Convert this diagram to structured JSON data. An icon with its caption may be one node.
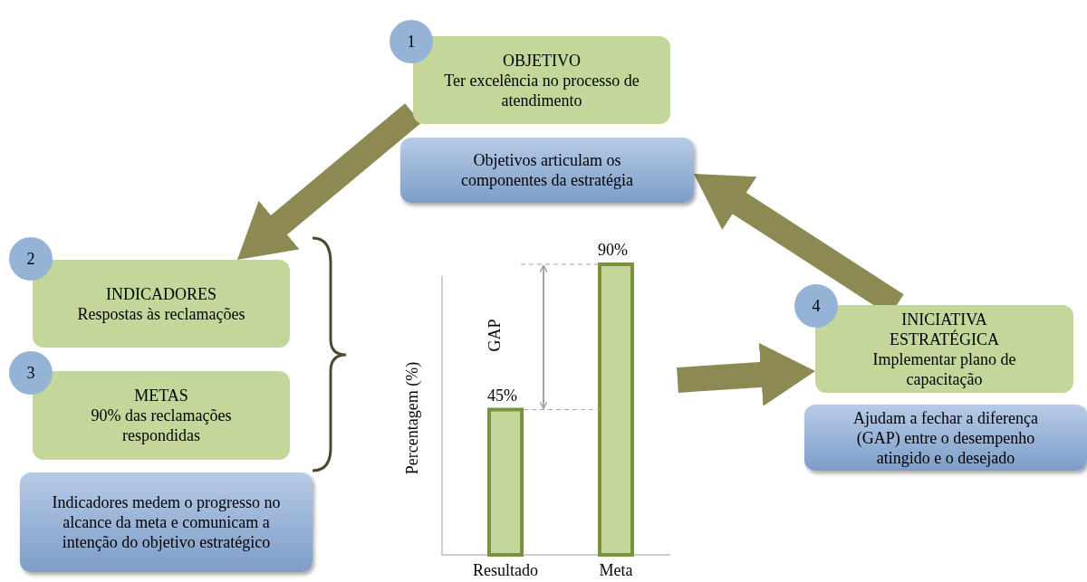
{
  "diagram": {
    "nodes": [
      {
        "text": [
          "1"
        ]
      },
      {
        "text": [
          "OBJETIVO",
          "Ter excelência no processo de atendimento"
        ]
      },
      {
        "text": [
          "Objetivos articulam os componentes da estratégia"
        ]
      },
      {
        "text": [
          "2"
        ]
      },
      {
        "text": [
          "INDICADORES",
          "Respostas às reclamações"
        ]
      },
      {
        "text": [
          "3"
        ]
      },
      {
        "text": [
          "METAS",
          "90% das reclamações respondidas"
        ]
      },
      {
        "text": [
          "Indicadores medem o progresso no alcance da meta e comunicam a intenção do objetivo estratégico"
        ]
      },
      {
        "text": [
          "4"
        ]
      },
      {
        "text": [
          "INICIATIVA ESTRATÉGICA",
          "Implementar plano de capacitação"
        ]
      },
      {
        "text": [
          "Ajudam a fechar a diferença (GAP) entre o desempenho atingido e o desejado"
        ]
      },
      {
        "text": [],
        "shape": "picture"
      }
    ],
    "edges": [
      {
        "from": 1,
        "to": 4,
        "arrow": "to"
      },
      {
        "from": 11,
        "to": 9,
        "arrow": "to"
      },
      {
        "from": 9,
        "to": 2,
        "arrow": "to"
      }
    ],
    "chart_data": {
      "type": "bar",
      "ylabel": "Percentagem (%)",
      "categories": [
        "Resultado",
        "Meta"
      ],
      "values": [
        45,
        90
      ],
      "value_labels": [
        "45%",
        "90%"
      ],
      "annotations": [
        "GAP"
      ]
    }
  }
}
